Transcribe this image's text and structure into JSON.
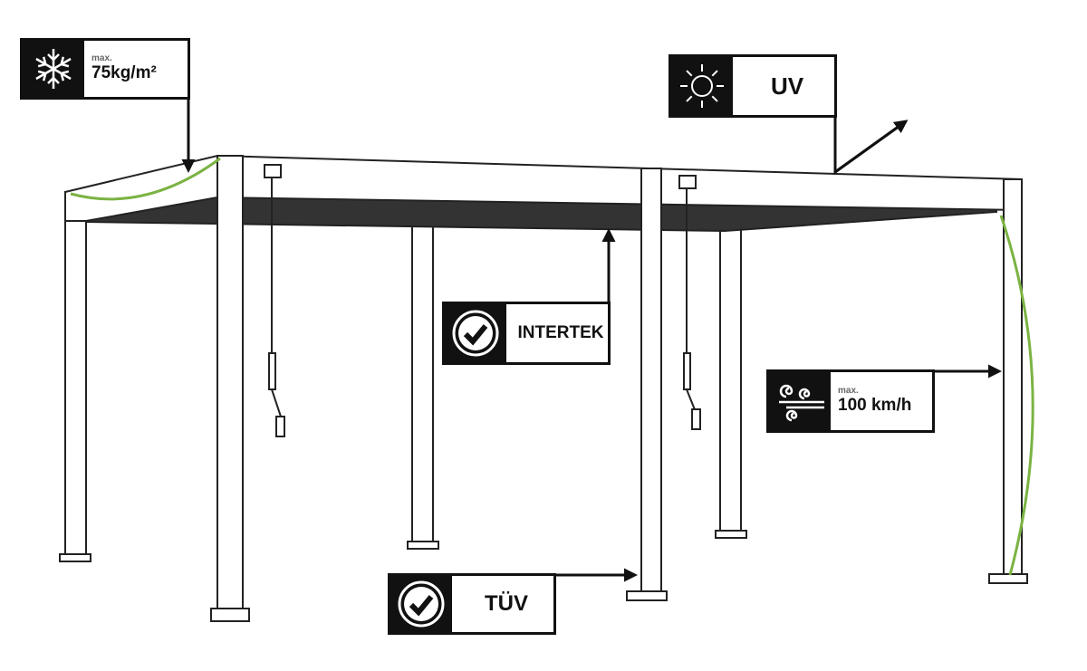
{
  "badges": {
    "snow": {
      "icon": "snowflake-icon",
      "prefix": "max.",
      "value": "75kg/m²"
    },
    "uv": {
      "icon": "sun-icon",
      "label": "UV"
    },
    "intertek": {
      "icon": "checkmark-circle-icon",
      "label": "INTERTEK"
    },
    "wind": {
      "icon": "wind-icon",
      "prefix": "max.",
      "value": "100 km/h"
    },
    "tuv": {
      "icon": "checkmark-circle-icon",
      "label": "TÜV"
    }
  },
  "colors": {
    "accent": "#7bb343",
    "ink": "#111111"
  }
}
